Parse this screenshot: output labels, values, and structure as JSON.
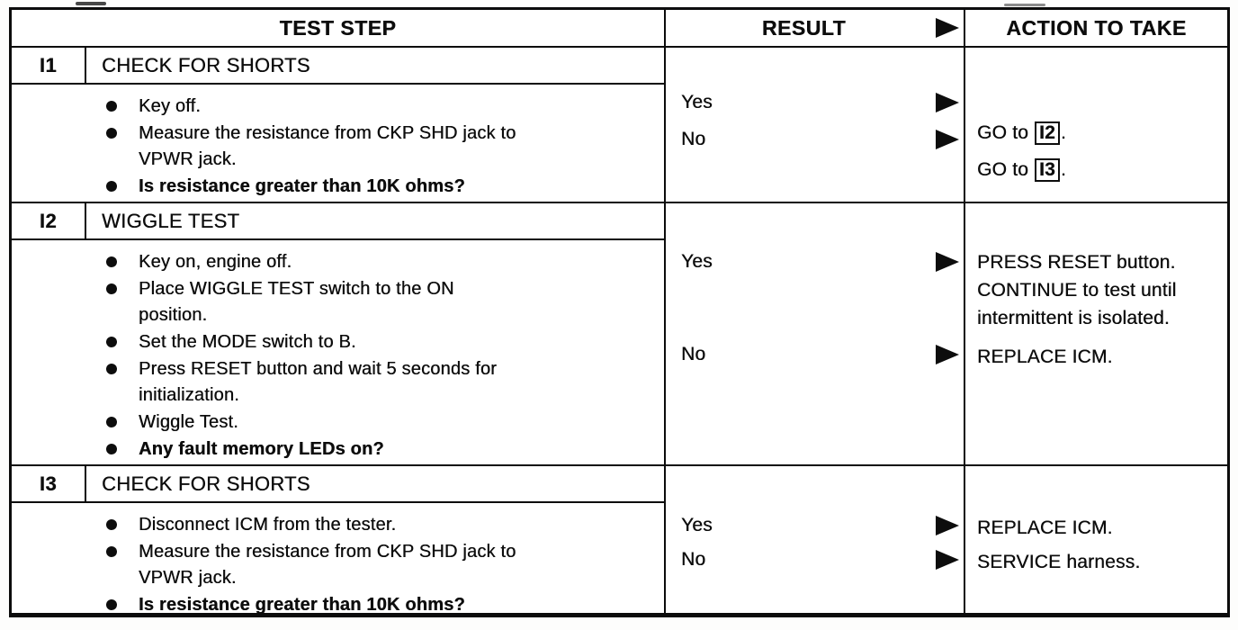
{
  "document": {
    "headers": {
      "test_step": "TEST STEP",
      "result": "RESULT",
      "action": "ACTION TO TAKE"
    },
    "sections": [
      {
        "id": "I1",
        "title": "CHECK FOR SHORTS",
        "bullets": [
          "Key off.",
          "Measure the resistance from CKP SHD jack to\nVPWR jack.",
          "Is resistance greater than 10K ohms?"
        ],
        "results": [
          {
            "label": "Yes",
            "action": {
              "prefix": "GO to",
              "boxed": "I2",
              "suffix": "."
            }
          },
          {
            "label": "No",
            "action": {
              "prefix": "GO to",
              "boxed": "I3",
              "suffix": "."
            }
          }
        ]
      },
      {
        "id": "I2",
        "title": "WIGGLE TEST",
        "bullets": [
          "Key on, engine off.",
          "Place WIGGLE TEST switch to the ON\nposition.",
          "Set the MODE switch to B.",
          "Press RESET button and wait 5 seconds for\ninitialization.",
          "Wiggle Test.",
          "Any fault memory LEDs on?"
        ],
        "results": [
          {
            "label": "Yes",
            "action": {
              "text": "PRESS RESET button.\nCONTINUE to test until\nintermittent is isolated."
            }
          },
          {
            "label": "No",
            "action": {
              "text": "REPLACE ICM."
            }
          }
        ]
      },
      {
        "id": "I3",
        "title": "CHECK FOR SHORTS",
        "bullets": [
          "Disconnect ICM from the tester.",
          "Measure the resistance from CKP SHD jack to\nVPWR jack.",
          "Is resistance greater than 10K ohms?"
        ],
        "results": [
          {
            "label": "Yes",
            "action": {
              "text": "REPLACE ICM."
            }
          },
          {
            "label": "No",
            "action": {
              "text": "SERVICE harness."
            }
          }
        ]
      }
    ]
  }
}
